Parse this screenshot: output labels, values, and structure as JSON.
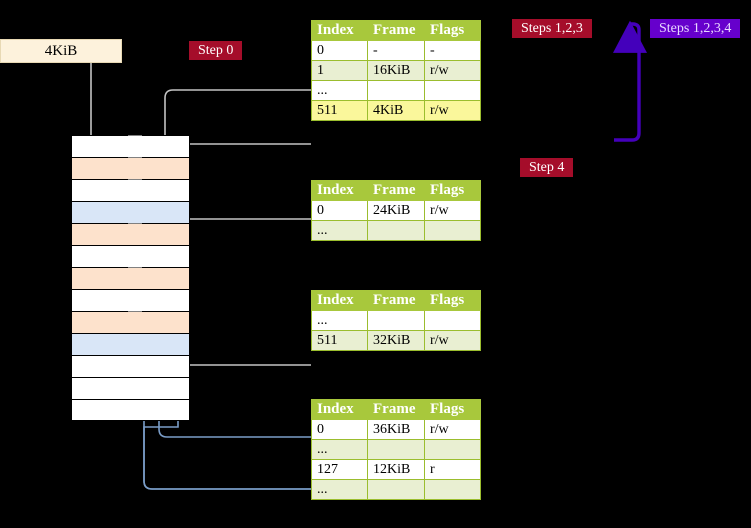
{
  "banner": {
    "label": "4KiB"
  },
  "pills": {
    "step0": "Step 0",
    "step4": "Step 4",
    "steps123": "Steps 1,2,3",
    "steps1234": "Steps 1,2,3,4"
  },
  "colors": {
    "pill_red": "#A50D2A",
    "pill_violet": "#6600CC",
    "table_header_green": "#A8C83C",
    "table_row_tint": "#E9EFD2",
    "highlight_yellow": "#FAF79B",
    "memory_peach": "#FDE2CC",
    "memory_blue": "#D9E6F7",
    "banner_cream": "#FDF2DC",
    "wire_gray": "#B0B0B0",
    "wire_blue": "#7A9DC8",
    "arrow_violet": "#4400BB"
  },
  "tables": [
    {
      "name": "page-table-1",
      "headers": [
        "Index",
        "Frame",
        "Flags"
      ],
      "rows": [
        {
          "tint": "white",
          "cells": [
            "0",
            "-",
            "-"
          ],
          "highlight": [
            false,
            false,
            false
          ]
        },
        {
          "tint": "tint",
          "cells": [
            "1",
            "16KiB",
            "r/w"
          ],
          "highlight": [
            false,
            false,
            false
          ]
        },
        {
          "tint": "white",
          "cells": [
            "...",
            "",
            ""
          ],
          "highlight": [
            false,
            false,
            false
          ]
        },
        {
          "tint": "tint",
          "cells": [
            "511",
            "4KiB",
            "r/w"
          ],
          "highlight": [
            true,
            true,
            true
          ]
        }
      ]
    },
    {
      "name": "page-table-2",
      "headers": [
        "Index",
        "Frame",
        "Flags"
      ],
      "rows": [
        {
          "tint": "white",
          "cells": [
            "0",
            "24KiB",
            "r/w"
          ],
          "highlight": [
            false,
            false,
            false
          ]
        },
        {
          "tint": "tint",
          "cells": [
            "...",
            "",
            ""
          ],
          "highlight": [
            false,
            false,
            false
          ]
        }
      ]
    },
    {
      "name": "page-table-3",
      "headers": [
        "Index",
        "Frame",
        "Flags"
      ],
      "rows": [
        {
          "tint": "white",
          "cells": [
            "...",
            "",
            ""
          ],
          "highlight": [
            false,
            false,
            false
          ]
        },
        {
          "tint": "tint",
          "cells": [
            "511",
            "32KiB",
            "r/w"
          ],
          "highlight": [
            false,
            false,
            false
          ]
        }
      ]
    },
    {
      "name": "page-table-4",
      "headers": [
        "Index",
        "Frame",
        "Flags"
      ],
      "rows": [
        {
          "tint": "white",
          "cells": [
            "0",
            "36KiB",
            "r/w"
          ],
          "highlight": [
            false,
            false,
            false
          ]
        },
        {
          "tint": "tint",
          "cells": [
            "...",
            "",
            ""
          ],
          "highlight": [
            false,
            false,
            false
          ]
        },
        {
          "tint": "white",
          "cells": [
            "127",
            "12KiB",
            "r"
          ],
          "highlight": [
            false,
            false,
            false
          ]
        },
        {
          "tint": "tint",
          "cells": [
            "...",
            "",
            ""
          ],
          "highlight": [
            false,
            false,
            false
          ]
        }
      ]
    }
  ],
  "memory": {
    "row_count": 13,
    "rows": [
      {
        "fill": "white",
        "tick": true
      },
      {
        "fill": "peach",
        "tick": true
      },
      {
        "fill": "white",
        "tick": true
      },
      {
        "fill": "blue",
        "tick": false
      },
      {
        "fill": "peach",
        "tick": true
      },
      {
        "fill": "white",
        "tick": false
      },
      {
        "fill": "peach",
        "tick": true
      },
      {
        "fill": "white",
        "tick": false
      },
      {
        "fill": "peach",
        "tick": true
      },
      {
        "fill": "blue",
        "tick": false
      },
      {
        "fill": "white",
        "tick": false
      },
      {
        "fill": "white",
        "tick": false
      },
      {
        "fill": "white",
        "tick": false
      }
    ]
  }
}
